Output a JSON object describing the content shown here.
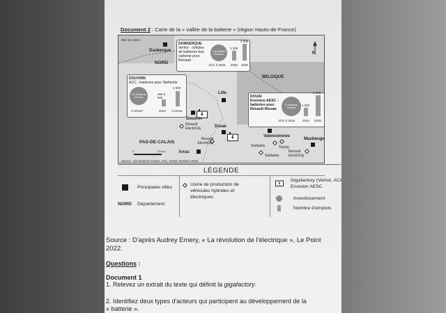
{
  "document": {
    "title_label": "Document 2",
    "title_text": " : Carte de la « vallée de la batterie » (région Hauts-de-France)"
  },
  "map": {
    "sea_label": "Mer du Nord",
    "north_label": "N",
    "belgique_label": "BELGIQUE",
    "departments": [
      "NORD",
      "PAS-DE-CALAIS"
    ],
    "cities": {
      "dunkerque": "Dunkerque",
      "lille": "Lille",
      "douvrin": "Douvrin",
      "douai": "Douai",
      "arras": "Arras",
      "valenciennes": "Valenciennes",
      "maubeuge": "Maubeuge"
    },
    "plants": {
      "renault_douvrin": "Renault ElectriCity",
      "renault_douai": "Renault ElectriCity",
      "stellantis_a": "Stellantis",
      "stellantis_b": "Stellantis",
      "toyota": "Toyota",
      "renault_maubeuge": "Renault ElectriCity"
    },
    "scale_labels": [
      "0",
      "20 km"
    ],
    "source": "Source : Ata Hauts-de-France, ACC, Verkor, Envision AESC",
    "box_dunkerque": {
      "header": "DUNKERQUE",
      "desc": "Verkor : cellules de batteries bas carbone pour Renault",
      "circle": "1,6 milliard d'euros",
      "bar1_value": "1 200",
      "bar2_value": "2 000",
      "labels": [
        "D'ici à 2025",
        "2025",
        "2030"
      ]
    },
    "box_douvrin": {
      "header": "DOUVRIN",
      "desc": "ACC : batteries pour Stellantis",
      "circle": "2,5 milliards d'euros",
      "bar1_value": "350 à 500",
      "bar2_value": "2 000",
      "labels": [
        "À terme*",
        "2024",
        "À terme"
      ]
    },
    "box_douai": {
      "header": "DOUAI",
      "desc": "Envision AESC : batteries pour Renault-Nissan",
      "circle": "2 milliards d'euros",
      "bar1_value": "1 000",
      "bar2_value": "3 000",
      "labels": [
        "D'ici à 2024",
        "2024",
        "2030"
      ]
    }
  },
  "legend": {
    "title": "LÉGENDE",
    "principales_villes": "Principales villes",
    "nord": "NORD",
    "departement": "Département",
    "usine": "Usine de production de véhicules hybrides et électriques",
    "gigafactory": "Gigafactory (Verkor, ACC, Envision AESC",
    "investissement": "Investissement",
    "emplois": "Nombre d'emplois"
  },
  "body": {
    "source": "Source : D'après Audrey Emery, « La révolution de l'électrique », Le Point",
    "source_year": "2022.",
    "questions": "Questions",
    "questions_colon": " :",
    "doc1": "Document 1",
    "q1_prefix": "1. Relevez un extrait du texte qui définit la ",
    "q1_em": "gigafactory",
    "q1_suffix": ".",
    "q2_line1": "2. Identifiez deux types d'acteurs qui participent au développement de la",
    "q2_line2": "« batterie »."
  }
}
